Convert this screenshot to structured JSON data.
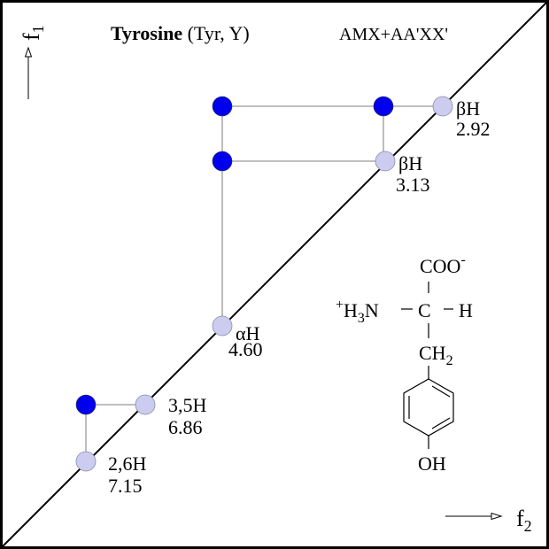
{
  "title": "Tyrosine",
  "title_abbrev": "(Tyr, Y)",
  "spin_system": "AMX+AA'XX'",
  "axes": {
    "f1": {
      "base": "f",
      "sub": "1"
    },
    "f2": {
      "base": "f",
      "sub": "2"
    }
  },
  "peaks": [
    {
      "id": "bH2",
      "greek": "β",
      "label": "H",
      "shift": "2.92"
    },
    {
      "id": "bH3",
      "greek": "β",
      "label": "H",
      "shift": "3.13"
    },
    {
      "id": "aH",
      "greek": "α",
      "label": "H",
      "shift": "4.60"
    },
    {
      "id": "h35",
      "greek": "",
      "label": "3,5H",
      "shift": "6.86"
    },
    {
      "id": "h26",
      "greek": "",
      "label": "2,6H",
      "shift": "7.15"
    }
  ],
  "structure": {
    "coo": "COO",
    "coo_charge": "-",
    "h3n_charge": "+",
    "h3n_h": "H",
    "h3n_sub": "3",
    "h3n_n": "N",
    "alpha_c": "C",
    "alpha_h": "H",
    "ch2": "CH",
    "ch2_sub": "2",
    "oh": "OH"
  },
  "colors": {
    "diagonal_peak": "#ccccf0",
    "cross_peak": "#0000ee",
    "line": "#000000",
    "connector": "#999999"
  }
}
